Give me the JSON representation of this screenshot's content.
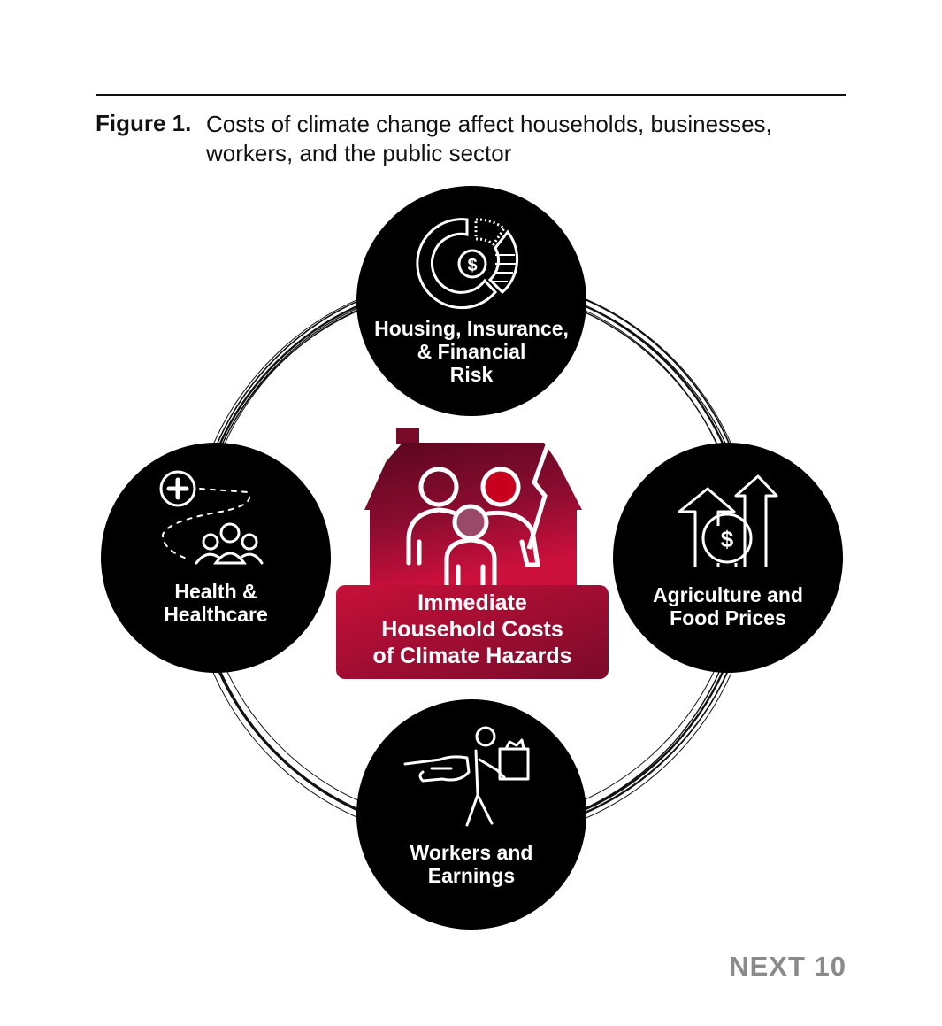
{
  "figure": {
    "label": "Figure 1.",
    "title_line1": "Costs of climate change affect households, businesses,",
    "title_line2": "workers, and the public sector"
  },
  "center": {
    "line1": "Immediate",
    "line2": "Household Costs",
    "line3": "of Climate Hazards"
  },
  "nodes": {
    "top": {
      "line1": "Housing, Insurance,",
      "line2": "& Financial",
      "line3": "Risk",
      "icon": "financial-chart-icon"
    },
    "right": {
      "line1": "Agriculture and",
      "line2": "Food Prices",
      "icon": "rising-prices-icon"
    },
    "bottom": {
      "line1": "Workers and",
      "line2": "Earnings",
      "icon": "worker-icon"
    },
    "left": {
      "line1": "Health &",
      "line2": "Healthcare",
      "icon": "healthcare-icon"
    }
  },
  "brand": "NEXT 10",
  "colors": {
    "node": "#000000",
    "house_dark": "#5a0620",
    "house_light": "#c8103a",
    "accent_red": "#c8001e",
    "child_head": "#9a4a68",
    "brand": "#8a8a8a"
  }
}
